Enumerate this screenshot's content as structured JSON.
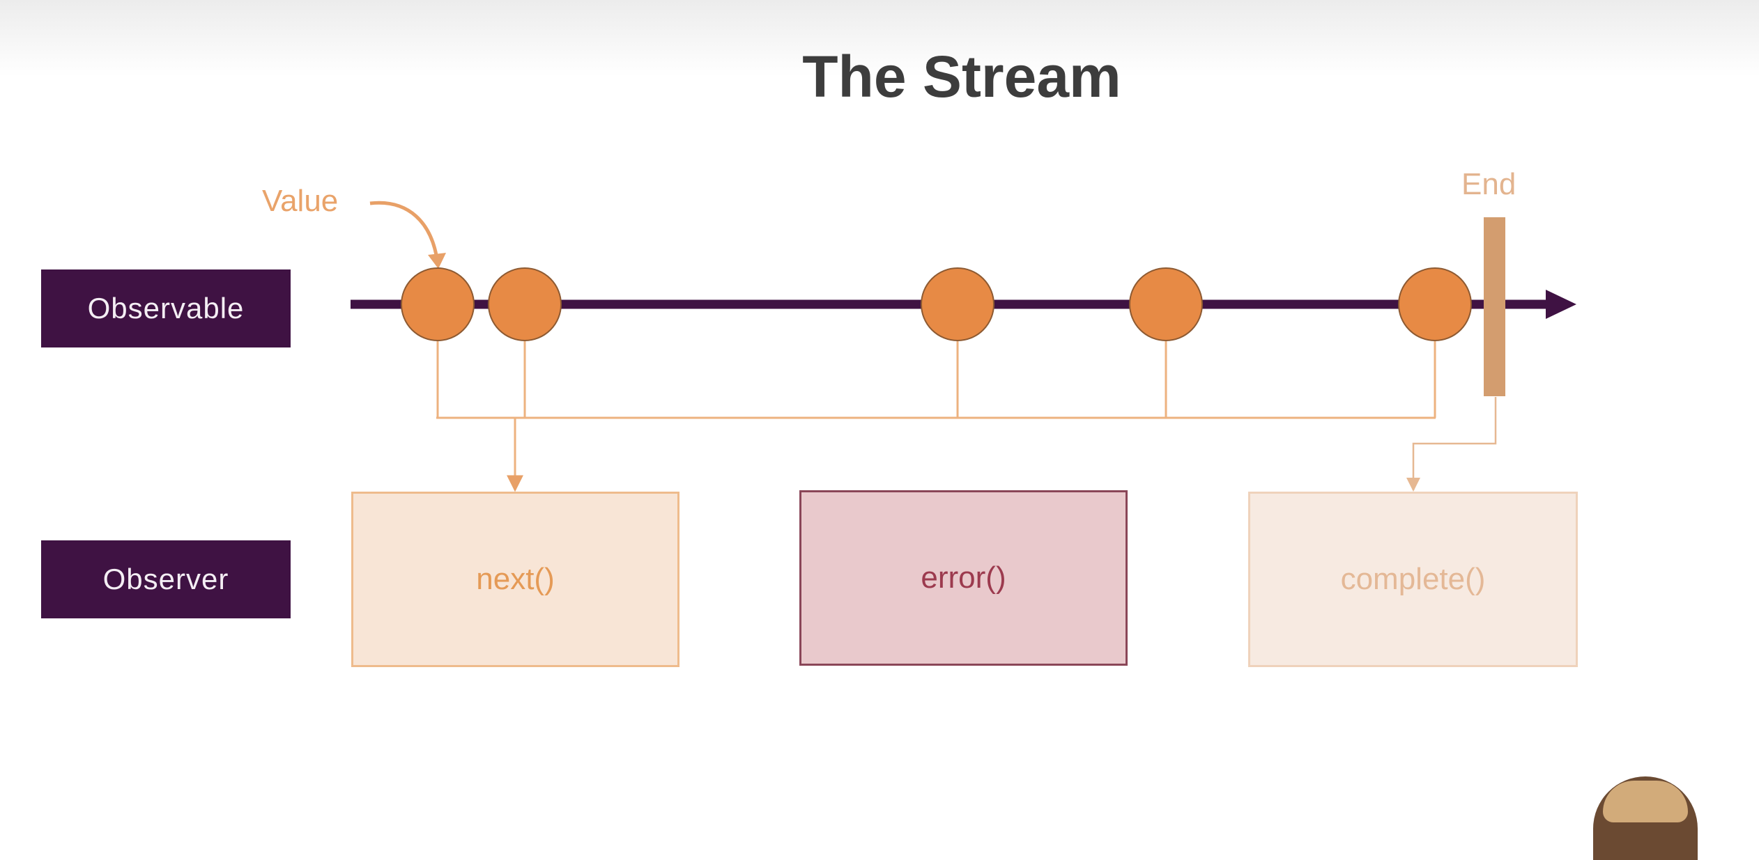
{
  "title": "The Stream",
  "rows": {
    "observable_label": "Observable",
    "observer_label": "Observer"
  },
  "annotations": {
    "value_label": "Value",
    "end_label": "End"
  },
  "stream": {
    "value_count": 5
  },
  "methods": {
    "next": "next()",
    "error": "error()",
    "complete": "complete()"
  },
  "colors": {
    "label_bg": "#3f1243",
    "stream_line": "#3f1243",
    "value_dot": "#e78a45",
    "end_marker": "#d39d6f",
    "next_fill": "#f8e5d6",
    "next_border": "#eebb8c",
    "next_text": "#e59a56",
    "error_fill": "#e9c9cc",
    "error_border": "#8a4658",
    "error_text": "#9c3a4e",
    "complete_fill": "#f7eae1",
    "complete_border": "#efd2bb",
    "complete_text": "#e4b896",
    "connector": "#edb27f"
  }
}
